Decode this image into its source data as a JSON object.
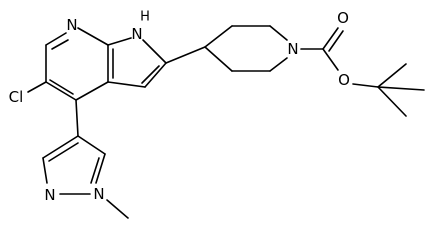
{
  "structure": {
    "labels": {
      "n_pyridine": "N",
      "nh_h": "H",
      "nh_n": "N",
      "n_piperidine": "N",
      "o_carbonyl": "O",
      "o_ester": "O",
      "cl": "Cl",
      "n_pyrazole_2": "N",
      "n_pyrazole_1": "N"
    }
  }
}
